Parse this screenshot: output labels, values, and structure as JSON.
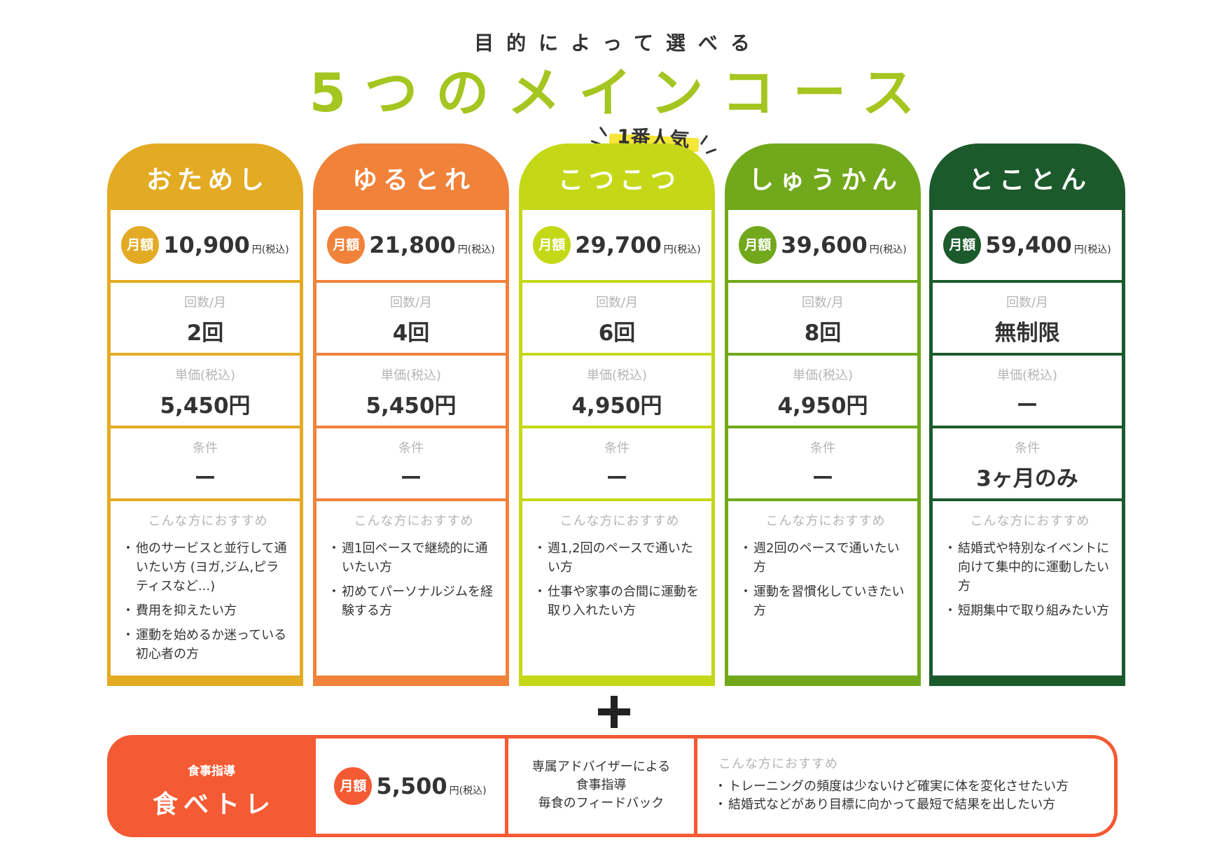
{
  "header": {
    "subtitle": "目的によって選べる",
    "title": "5つのメインコース"
  },
  "popular_label": "1番人気",
  "labels": {
    "monthly": "月額",
    "yen_tax": "円(税込)",
    "count": "回数/月",
    "unit_price": "単価(税込)",
    "condition": "条件",
    "recommend": "こんな方におすすめ"
  },
  "courses": [
    {
      "name": "おためし",
      "color": "#e3ab23",
      "price": "10,900",
      "count": "2回",
      "unit_price": "5,450円",
      "condition": "ー",
      "recommend": [
        "他のサービスと並行して通いたい方 (ヨガ,ジム,ピラティスなど...)",
        "費用を抑えたい方",
        "運動を始めるか迷っている初心者の方"
      ]
    },
    {
      "name": "ゆるとれ",
      "color": "#f0823a",
      "price": "21,800",
      "count": "4回",
      "unit_price": "5,450円",
      "condition": "ー",
      "recommend": [
        "週1回ペースで継続的に通いたい方",
        "初めてパーソナルジムを経験する方"
      ]
    },
    {
      "name": "こつこつ",
      "color": "#c5d818",
      "price": "29,700",
      "count": "6回",
      "unit_price": "4,950円",
      "condition": "ー",
      "recommend": [
        "週1,2回のペースで通いたい方",
        "仕事や家事の合間に運動を取り入れたい方"
      ]
    },
    {
      "name": "しゅうかん",
      "color": "#72a81c",
      "price": "39,600",
      "count": "8回",
      "unit_price": "4,950円",
      "condition": "ー",
      "recommend": [
        "週2回のペースで通いたい方",
        "運動を習慣化していきたい方"
      ]
    },
    {
      "name": "とことん",
      "color": "#1c5a2c",
      "price": "59,400",
      "count": "無制限",
      "unit_price": "ー",
      "condition": "3ヶ月のみ",
      "recommend": [
        "結婚式や特別なイベントに向けて集中的に運動したい方",
        "短期集中で取り組みたい方"
      ]
    }
  ],
  "addon": {
    "color": "#f45a33",
    "small_label": "食事指導",
    "name": "食べトレ",
    "price": "5,500",
    "desc_lines": [
      "専属アドバイザーによる",
      "食事指導",
      "毎食のフィードバック"
    ],
    "recommend": [
      "トレーニングの頻度は少ないけど確実に体を変化させたい方",
      "結婚式などがあり目標に向かって最短で結果を出したい方"
    ]
  },
  "icons": {
    "plus": "plus-icon"
  }
}
